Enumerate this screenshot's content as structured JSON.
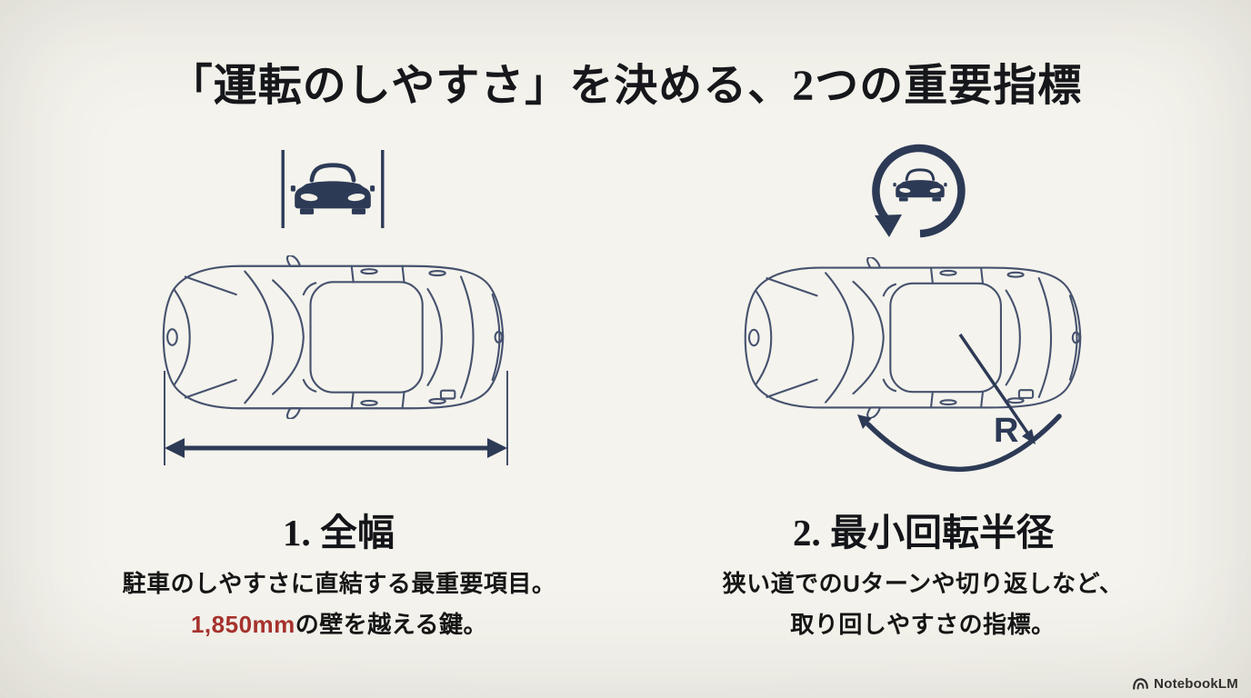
{
  "title": "「運転のしやすさ」を決める、2つの重要指標",
  "sections": {
    "width": {
      "heading": "1. 全幅",
      "desc_line1": "駐車のしやすさに直結する最重要項目。",
      "highlight_value": "1,850mm",
      "desc_line2_rest": "の壁を越える鍵。"
    },
    "turning": {
      "heading": "2. 最小回転半径",
      "desc_line1": "狭い道でのUターンや切り返しなど、",
      "desc_line2": "取り回しやすさの指標。",
      "radius_label": "R"
    }
  },
  "footer": {
    "brand": "NotebookLM"
  },
  "icons": {
    "width_icon": "car-front-between-width-bars",
    "turning_icon": "car-front-with-counterclockwise-rotation-arrow",
    "footer_logo": "notebooklm-mark"
  },
  "colors": {
    "background": "#f2f0e9",
    "navy": "#2d3a56",
    "car_line": "#46526e",
    "ink": "#17181c",
    "highlight_red": "#a8322d"
  }
}
